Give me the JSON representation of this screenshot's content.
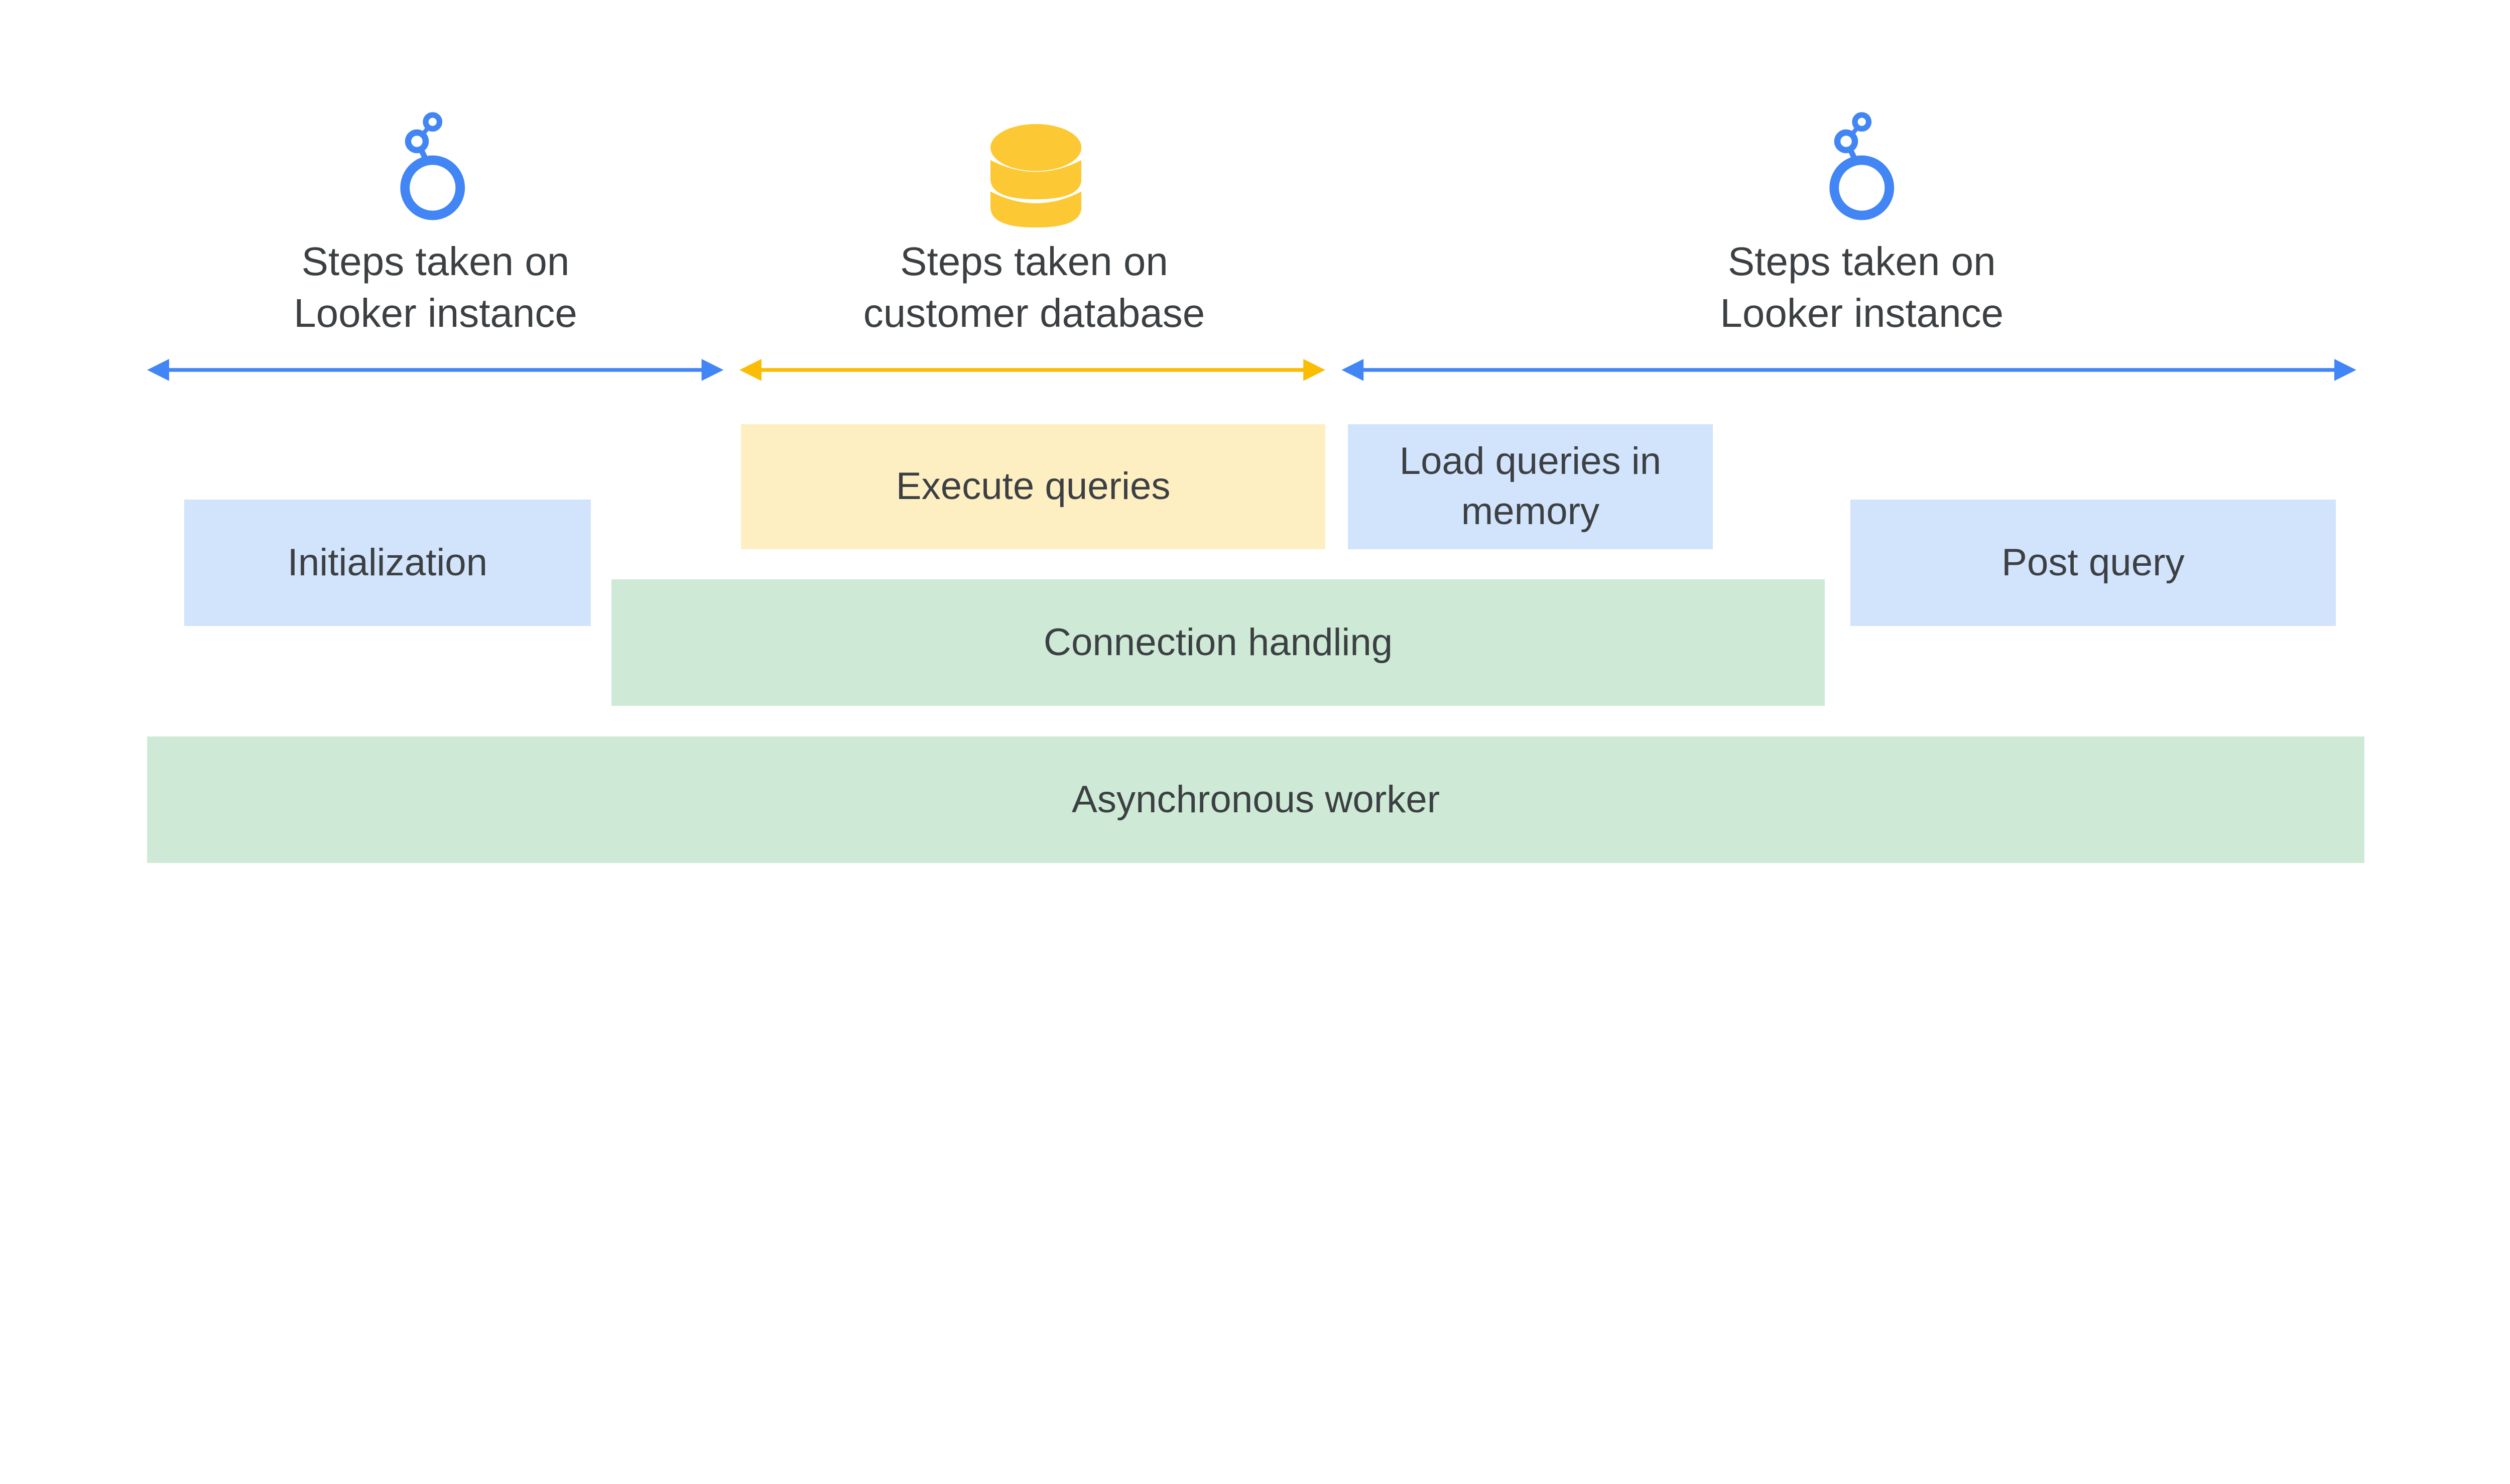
{
  "colors": {
    "blue": "#4285f4",
    "yellow": "#fcc934",
    "text": "#3c4043",
    "box_blue": "#d2e3fc",
    "box_yellow": "#feefc3",
    "box_green": "#ceead6"
  },
  "sections": [
    {
      "icon": "looker-logo-icon",
      "line1": "Steps taken on",
      "line2": "Looker instance"
    },
    {
      "icon": "database-icon",
      "line1": "Steps taken on",
      "line2": "customer database"
    },
    {
      "icon": "looker-logo-icon",
      "line1": "Steps taken on",
      "line2": "Looker instance"
    }
  ],
  "boxes": {
    "execute": "Execute queries",
    "load_line1": "Load queries in",
    "load_line2": "memory",
    "initialization": "Initialization",
    "post_query": "Post query",
    "connection": "Connection handling",
    "async": "Asynchronous worker"
  }
}
